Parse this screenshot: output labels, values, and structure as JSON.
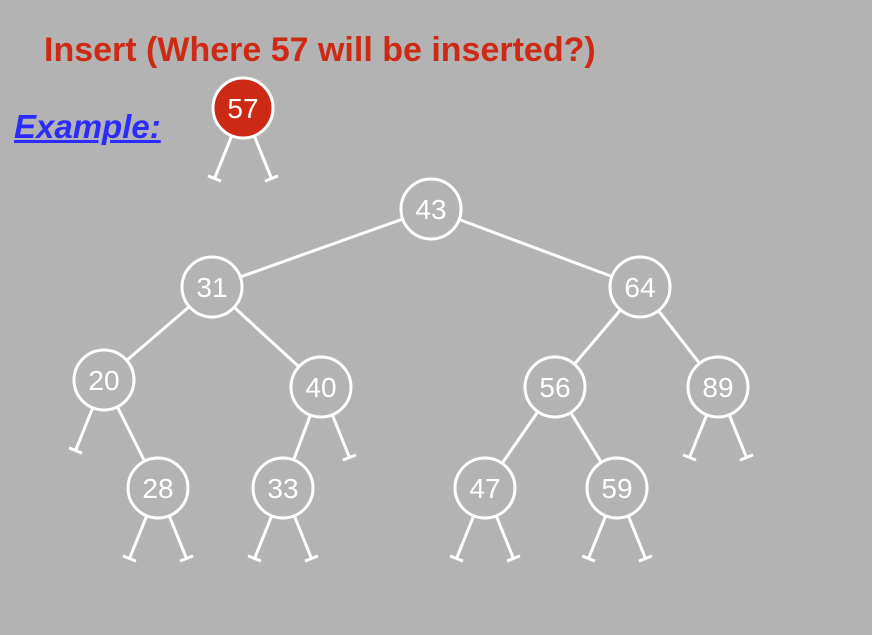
{
  "slide": {
    "title": "Insert (Where 57 will be inserted?)",
    "example_label": "Example:"
  },
  "colors": {
    "background": "#b3b3b3",
    "title": "#cc2a14",
    "example": "#2b2bff",
    "edge": "#ffffff",
    "node_stroke": "#ffffff",
    "node_text": "#ffffff",
    "new_node_fill": "#cc2a14"
  },
  "tree": {
    "new_node": {
      "id": "n57",
      "label": "57",
      "stubs": [
        "left",
        "right"
      ]
    },
    "nodes": [
      {
        "id": "n43",
        "label": "43",
        "stubs": []
      },
      {
        "id": "n31",
        "label": "31",
        "stubs": []
      },
      {
        "id": "n64",
        "label": "64",
        "stubs": []
      },
      {
        "id": "n20",
        "label": "20",
        "stubs": [
          "left"
        ]
      },
      {
        "id": "n40",
        "label": "40",
        "stubs": [
          "right"
        ]
      },
      {
        "id": "n56",
        "label": "56",
        "stubs": []
      },
      {
        "id": "n89",
        "label": "89",
        "stubs": [
          "left",
          "right"
        ]
      },
      {
        "id": "n28",
        "label": "28",
        "stubs": [
          "left",
          "right"
        ]
      },
      {
        "id": "n33",
        "label": "33",
        "stubs": [
          "left",
          "right"
        ]
      },
      {
        "id": "n47",
        "label": "47",
        "stubs": [
          "left",
          "right"
        ]
      },
      {
        "id": "n59",
        "label": "59",
        "stubs": [
          "left",
          "right"
        ]
      }
    ],
    "edges": [
      {
        "from": "n43",
        "to": "n31"
      },
      {
        "from": "n43",
        "to": "n64"
      },
      {
        "from": "n31",
        "to": "n20"
      },
      {
        "from": "n31",
        "to": "n40"
      },
      {
        "from": "n64",
        "to": "n56"
      },
      {
        "from": "n64",
        "to": "n89"
      },
      {
        "from": "n20",
        "to": "n28"
      },
      {
        "from": "n40",
        "to": "n33"
      },
      {
        "from": "n56",
        "to": "n47"
      },
      {
        "from": "n56",
        "to": "n59"
      }
    ]
  }
}
